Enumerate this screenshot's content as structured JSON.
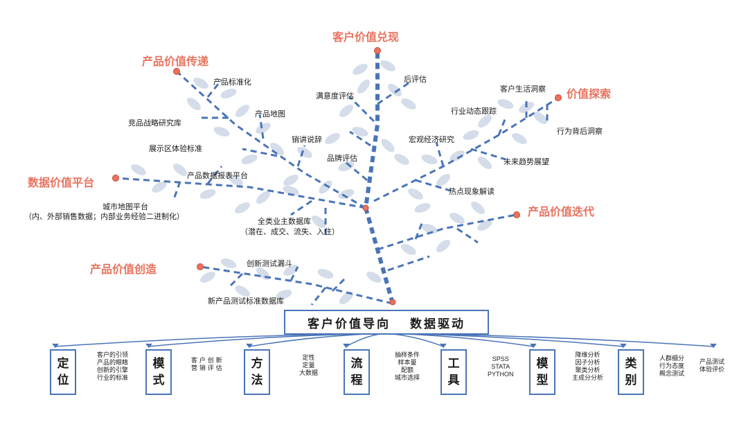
{
  "center": {
    "left": "客户价值导向",
    "right": "数据驱动"
  },
  "branches": {
    "top": "客户价值兑现",
    "product_delivery": "产品价值传递",
    "value_explore": "价值探索",
    "data_platform": "数据价值平台",
    "product_iteration": "产品价值迭代",
    "product_creation": "产品价值创造"
  },
  "labels": {
    "post_eval": "后评估",
    "satisfaction": "满意度评估",
    "brand_eval": "品牌评估",
    "macro": "宏观经济研究",
    "product_std": "产品标准化",
    "product_map": "产品地图",
    "competitor": "竞品战略研究库",
    "sales_pitch": "销讲说辞",
    "showroom": "展示区体验标准",
    "customer_life": "客户生活洞察",
    "industry": "行业动态跟踪",
    "behavior": "行为背后洞察",
    "future": "未来趋势展望",
    "hotspot": "热点现象解读",
    "report_platform": "产品数据报表平台",
    "city_map": "城市地图平台",
    "city_map_note": "（内、外部销售数据；内部业务经验二进制化）",
    "master_db": "全类业主数据库",
    "master_db_note": "（潜在、成交、流失、入住）",
    "innovation_funnel": "创新测试漏斗",
    "new_product_db": "新产品测试标准数据库"
  },
  "boxes": [
    {
      "chars": [
        "定",
        "位"
      ],
      "desc": [
        "客户的引领",
        "产品的眼睛",
        "创新的引擎",
        "行业的标准"
      ]
    },
    {
      "chars": [
        "模",
        "式"
      ],
      "desc": [
        "客 户   创 新",
        "营 销   评 估"
      ]
    },
    {
      "chars": [
        "方",
        "法"
      ],
      "desc": [
        "定性",
        "定量",
        "大数据"
      ]
    },
    {
      "chars": [
        "流",
        "程"
      ],
      "desc": [
        "抽样条件",
        "样本量",
        "配额",
        "城市选择"
      ]
    },
    {
      "chars": [
        "工",
        "具"
      ],
      "desc": [
        "SPSS",
        "STATA",
        "PYTHON"
      ]
    },
    {
      "chars": [
        "模",
        "型"
      ],
      "desc": [
        "降维分析",
        "因子分析",
        "聚类分析",
        "主成分分析"
      ]
    },
    {
      "chars": [
        "类",
        "别"
      ],
      "desc": [
        "人群细分",
        "行为态度",
        "概念测试"
      ]
    }
  ],
  "extra_desc": [
    "产品测试",
    "体验评价"
  ],
  "colors": {
    "branch_line": "#4a74b8",
    "leaf": "#c9d5e3",
    "node": "#e8735f",
    "title": "#e8735f"
  }
}
